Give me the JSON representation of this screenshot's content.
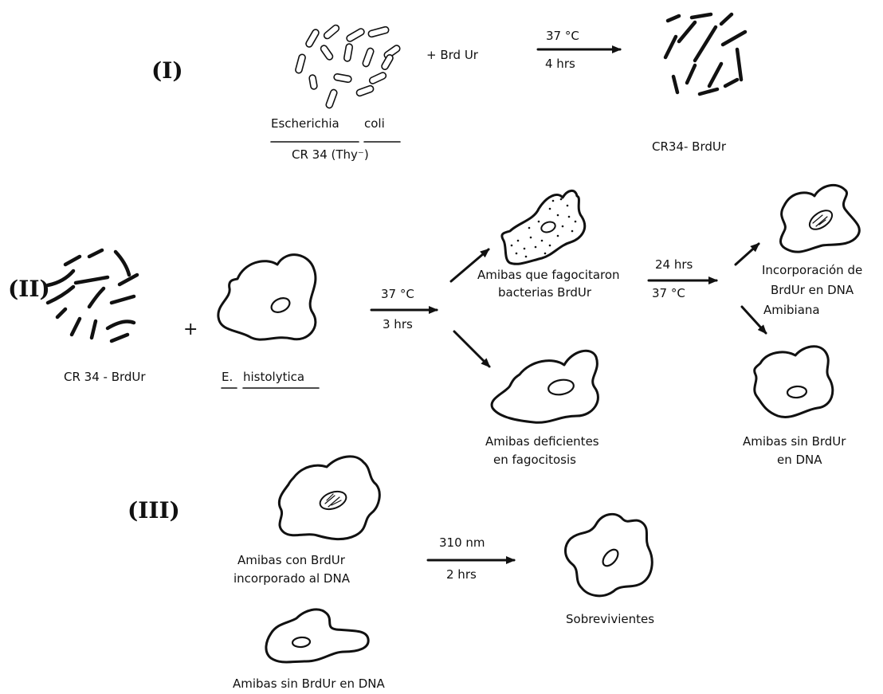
{
  "section_I": {
    "numeral": "(I)",
    "culture_name": "Escherichia",
    "culture_name2": "coli",
    "culture_strain": "CR 34 (Thy⁻)",
    "reagent": "+ Brd Ur",
    "arrow_top": "37 °C",
    "arrow_bottom": "4 hrs",
    "result": "CR34- BrdUr"
  },
  "section_II": {
    "numeral": "(II)",
    "bacteria_label": "CR 34 - BrdUr",
    "plus": "+",
    "amoeba_label_1": "E.",
    "amoeba_label_2": "histolytica",
    "arrow_top": "37 °C",
    "arrow_bottom": "3 hrs",
    "phago_line1": "Amibas que fagocitaron",
    "phago_line2": "bacterias BrdUr",
    "deficient_line1": "Amibas deficientes",
    "deficient_line2": "en fagocitosis",
    "incub_top": "24 hrs",
    "incub_bottom": "37 °C",
    "incorp_line1": "Incorporación de",
    "incorp_line2": "BrdUr en DNA",
    "incorp_line3": "Amibiana",
    "without_line1": "Amibas sin BrdUr",
    "without_line2": "en DNA"
  },
  "section_III": {
    "numeral": "(III)",
    "with_line1": "Amibas con BrdUr",
    "with_line2": "incorporado al DNA",
    "uv_top": "310 nm",
    "uv_bottom": "2 hrs",
    "survivors": "Sobrevivientes",
    "without_label": "Amibas sin BrdUr en DNA"
  }
}
